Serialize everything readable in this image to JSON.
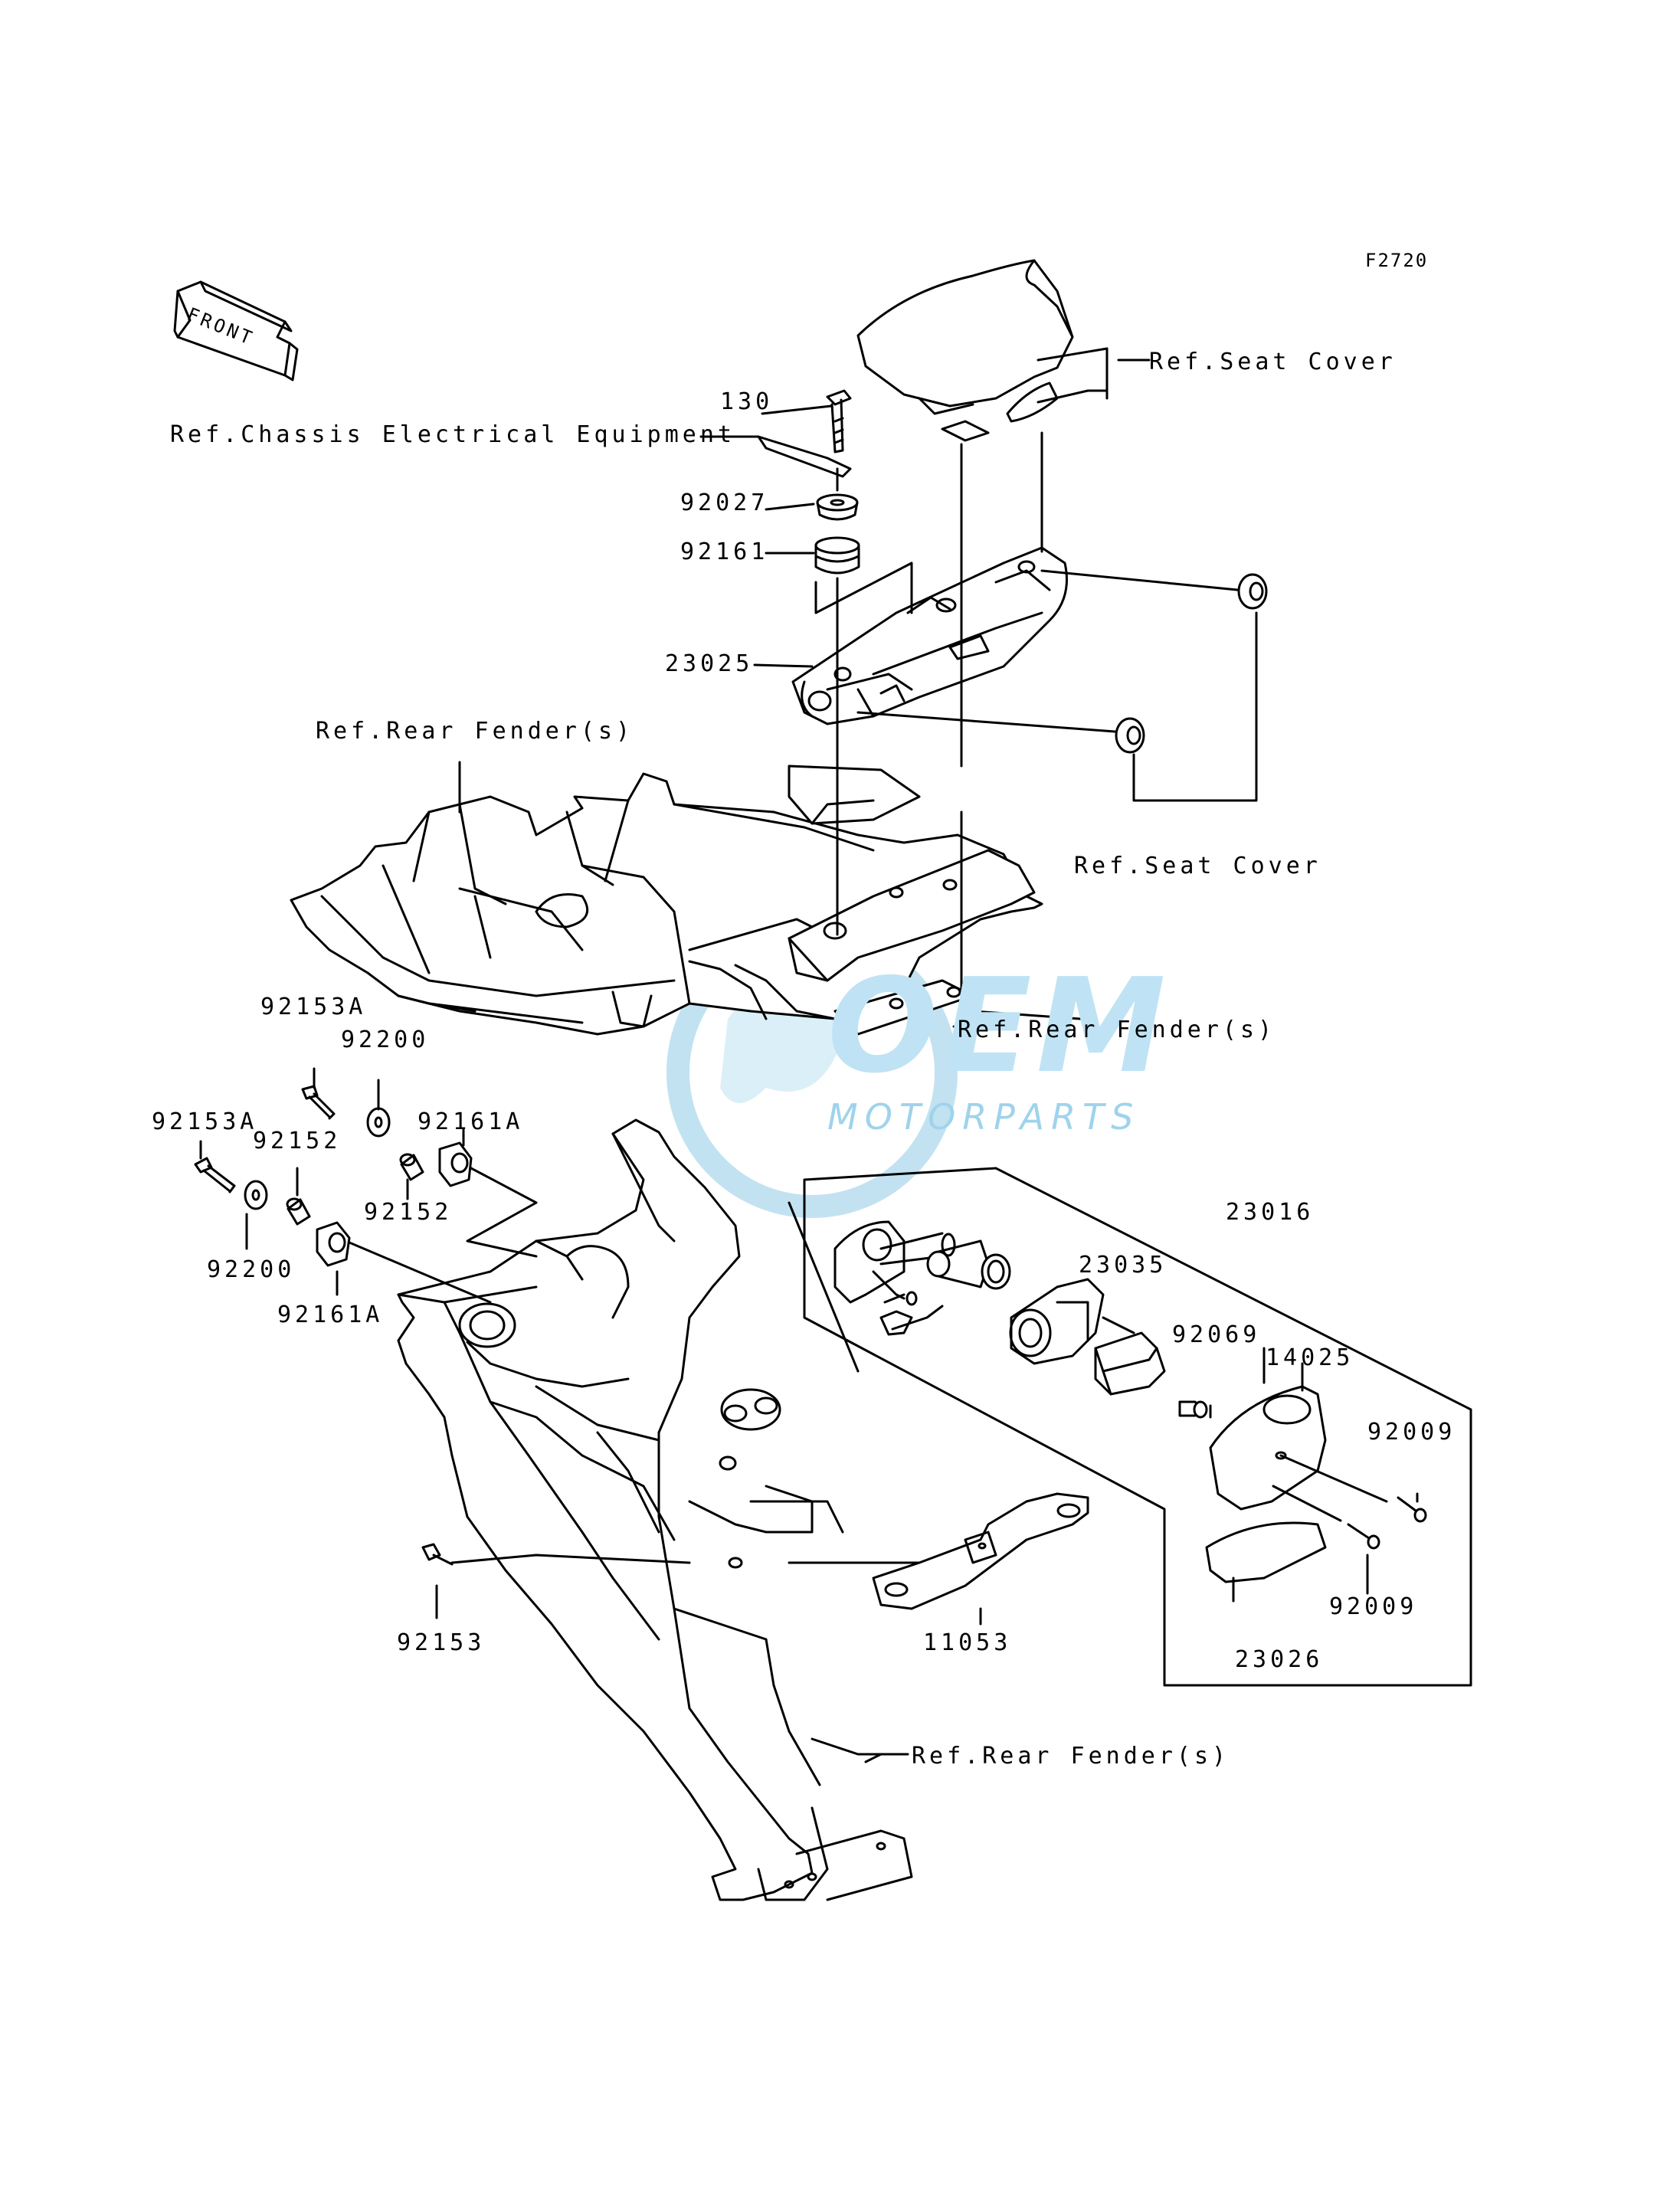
{
  "diagram_code": "F2720",
  "front_arrow_label": "FRONT",
  "watermark": {
    "brand": "OEM",
    "sub": "MOTORPARTS",
    "color": "#9fd3ec"
  },
  "part_numbers": {
    "p130": "130",
    "p92027": "92027",
    "p92161": "92161",
    "p23025": "23025",
    "p92153A_a": "92153A",
    "p92153A_b": "92153A",
    "p92200_a": "92200",
    "p92200_b": "92200",
    "p92161A_a": "92161A",
    "p92161A_b": "92161A",
    "p92152_a": "92152",
    "p92152_b": "92152",
    "p92153": "92153",
    "p23016": "23016",
    "p23035": "23035",
    "p92069": "92069",
    "p14025": "14025",
    "p92009_a": "92009",
    "p92009_b": "92009",
    "p23026": "23026",
    "p11053": "11053"
  },
  "references": {
    "seat_cover_top": "Ref.Seat Cover",
    "seat_cover_mid": "Ref.Seat Cover",
    "chassis_electrical": "Ref.Chassis Electrical Equipment",
    "rear_fender_a": "Ref.Rear Fender(s)",
    "rear_fender_b": "Ref.Rear Fender(s)",
    "rear_fender_c": "Ref.Rear Fender(s)"
  }
}
